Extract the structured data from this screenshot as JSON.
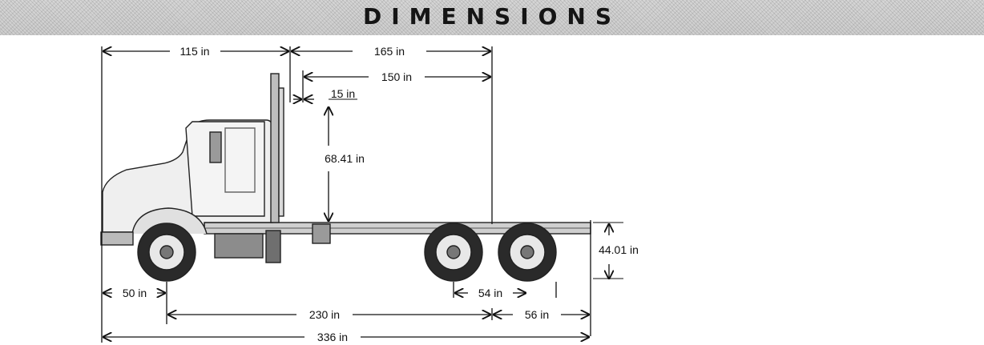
{
  "header": {
    "title": "DIMENSIONS"
  },
  "dimensions": {
    "bumper_to_back_of_cab": "115 in",
    "back_of_cab_to_end_of_frame": "165 in",
    "clearance_to_end_of_frame": "150 in",
    "cab_clearance": "15 in",
    "cab_height_above_frame": "68.41 in",
    "frame_height": "44.01 in",
    "bumper_to_front_axle": "50 in",
    "tandem_axle_spacing": "54 in",
    "wheelbase": "230 in",
    "rear_overhang": "56 in",
    "overall_length": "336 in"
  },
  "colors": {
    "line": "#111111",
    "header_bg": "#d0d0d0"
  }
}
